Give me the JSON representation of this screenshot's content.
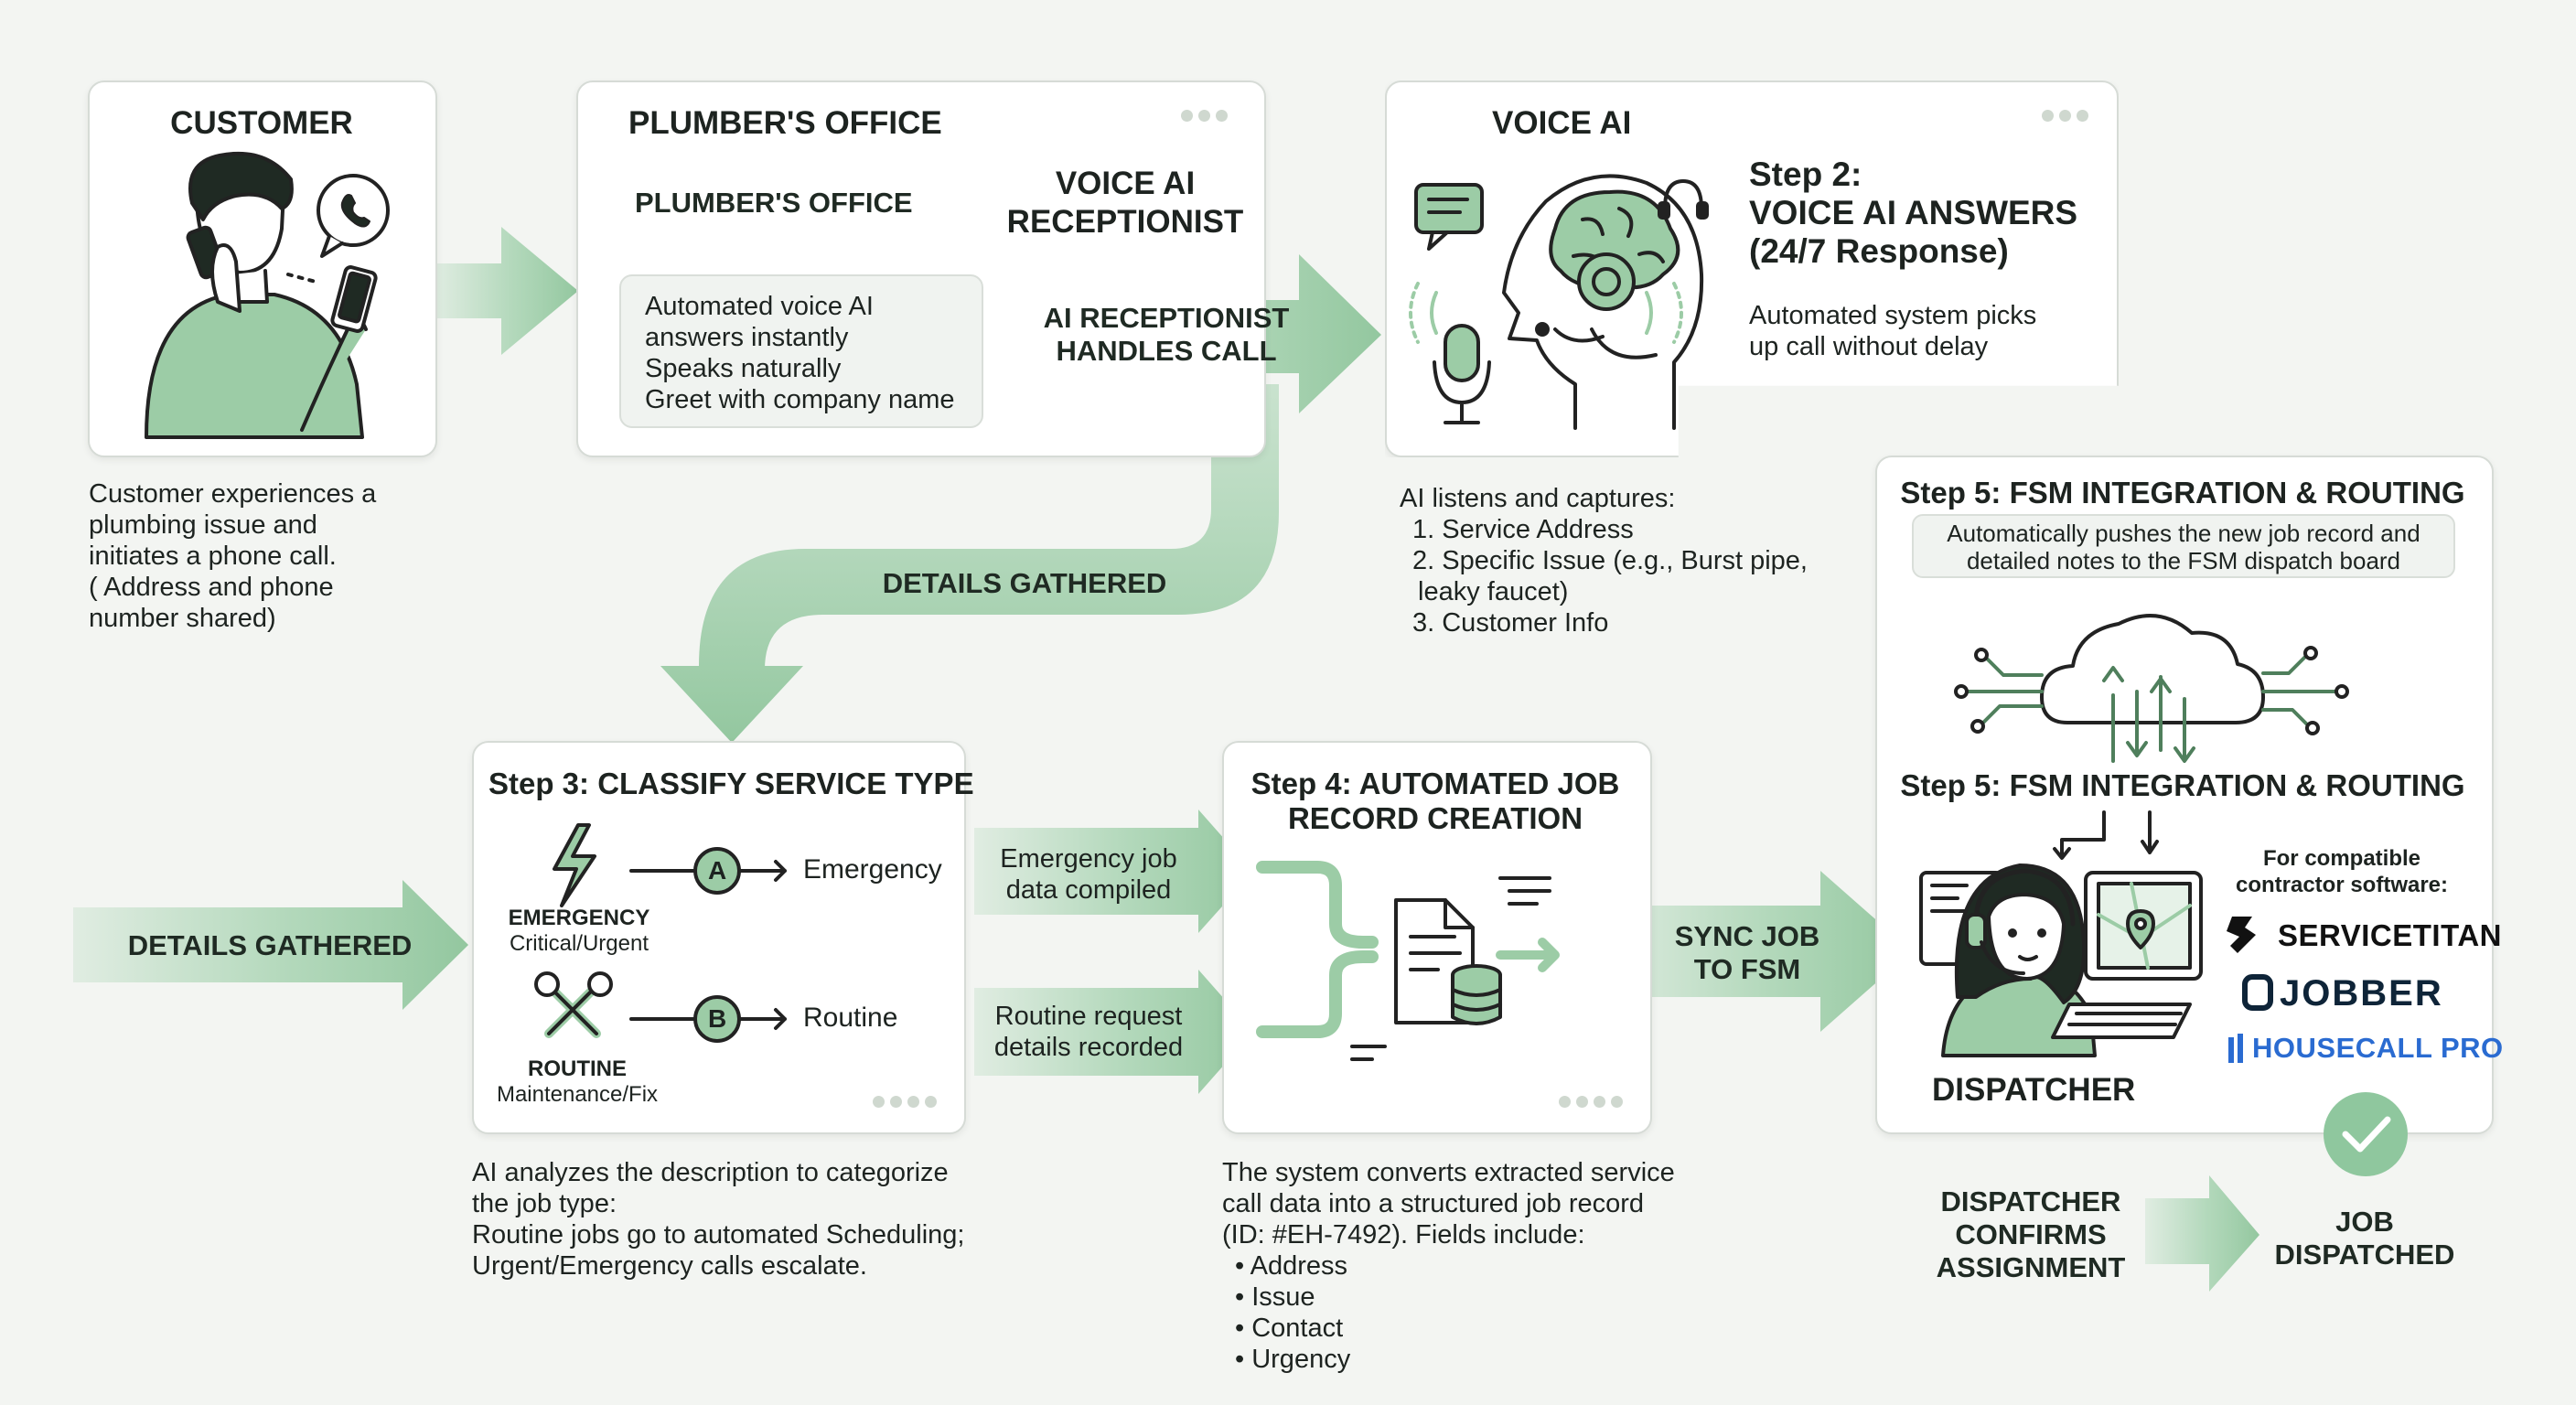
{
  "customer": {
    "title": "CUSTOMER",
    "caption": [
      "Customer experiences a",
      "plumbing issue and",
      "initiates a phone call.",
      "( Address and phone",
      "number shared)"
    ]
  },
  "plumbers_office": {
    "title": "PLUMBER'S OFFICE",
    "arrow_label": "PLUMBER'S OFFICE",
    "receptionist": [
      "VOICE AI",
      "RECEPTIONIST"
    ],
    "note": [
      "Automated voice AI",
      "answers instantly",
      "Speaks naturally",
      "Greet with company name"
    ],
    "handles_call": [
      "AI RECEPTIONIST",
      "HANDLES CALL"
    ]
  },
  "voice_ai": {
    "title": "VOICE AI",
    "step": [
      "Step 2:",
      "VOICE AI ANSWERS",
      "(24/7 Response)"
    ],
    "desc": [
      "Automated system picks",
      "up call without delay"
    ],
    "captures_title": "AI listens and captures:",
    "captures": [
      "1. Service Address",
      "2. Specific Issue (e.g., Burst pipe,",
      "leaky faucet)",
      "3. Customer Info"
    ]
  },
  "details_gathered_top": "DETAILS GATHERED",
  "details_gathered_left": "DETAILS GATHERED",
  "step3": {
    "title": "Step 3: CLASSIFY SERVICE TYPE",
    "emergency_icon_label": "EMERGENCY",
    "emergency_sub": "Critical/Urgent",
    "badge_a": "A",
    "emergency": "Emergency",
    "routine_icon_label": "ROUTINE",
    "routine_sub": "Maintenance/Fix",
    "badge_b": "B",
    "routine": "Routine",
    "caption": [
      "AI analyzes the description to categorize",
      "the job type:",
      "Routine jobs go to automated Scheduling;",
      "Urgent/Emergency calls escalate."
    ]
  },
  "mid_arrows": {
    "emergency": [
      "Emergency job",
      "data compiled"
    ],
    "routine": [
      "Routine request",
      "details recorded"
    ]
  },
  "step4": {
    "title": [
      "Step 4: AUTOMATED JOB",
      "RECORD CREATION"
    ],
    "caption": [
      "The system converts extracted service",
      "call data into a structured job record",
      "(ID: #EH-7492). Fields include:"
    ],
    "fields": [
      "• Address",
      "• Issue",
      "• Contact",
      "• Urgency"
    ]
  },
  "sync": [
    "SYNC JOB",
    "TO FSM"
  ],
  "step5": {
    "title_top": "Step 5: FSM INTEGRATION & ROUTING",
    "note": [
      "Automatically pushes the new job record and",
      "detailed notes to the FSM dispatch board"
    ],
    "title_mid": "Step 5: FSM INTEGRATION & ROUTING",
    "compat": [
      "For compatible",
      "contractor software:"
    ],
    "logos": [
      "SERVICETITAN",
      "JOBBER",
      "HOUSECALL PRO"
    ],
    "dispatcher": "DISPATCHER"
  },
  "final": {
    "confirms": [
      "DISPATCHER",
      "CONFIRMS",
      "ASSIGNMENT"
    ],
    "dispatched": [
      "JOB",
      "DISPATCHED"
    ]
  },
  "colors": {
    "accent": "#8fc79e",
    "accent_dark": "#4f7f5c",
    "figure_fill": "#9ccca6",
    "logo_servicetitan": "#111111",
    "logo_jobber": "#0e2438",
    "logo_housecall": "#2a6bd1"
  }
}
